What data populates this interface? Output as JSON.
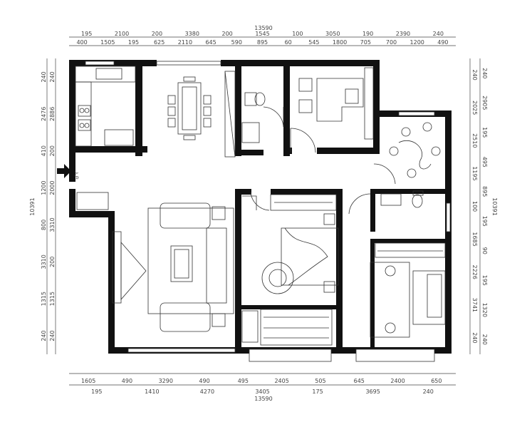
{
  "plan": {
    "entry_label": "入户",
    "colors": {
      "wall": "#111111",
      "line": "#333333",
      "dim": "#444444"
    },
    "dimensions": {
      "top_total": "13590",
      "top_row1": [
        "195",
        "2100",
        "200",
        "3380",
        "200",
        "1545",
        "100",
        "3050",
        "190",
        "2390",
        "240"
      ],
      "top_row2": [
        "400",
        "1505",
        "195",
        "625",
        "2110",
        "645",
        "590",
        "895",
        "60",
        "545",
        "1800",
        "705",
        "700",
        "1200",
        "490"
      ],
      "bottom_total": "13590",
      "bottom_row1": [
        "1605",
        "490",
        "3290",
        "490",
        "495",
        "2405",
        "505",
        "645",
        "2400",
        "650"
      ],
      "bottom_row2": [
        "195",
        "1410",
        "4270",
        "3405",
        "175",
        "3695",
        "240"
      ],
      "left_total": "10391",
      "left_row1": [
        "240",
        "2476",
        "410",
        "1200",
        "800",
        "3310",
        "1315",
        "240"
      ],
      "left_row2": [
        "240",
        "2886",
        "200",
        "2000",
        "3310",
        "200",
        "1315",
        "240"
      ],
      "right_total": "10391",
      "right_row1": [
        "240",
        "2025",
        "2510",
        "1195",
        "100",
        "1685",
        "2226",
        "3741",
        "240"
      ],
      "right_row2": [
        "240",
        "2905",
        "195",
        "495",
        "895",
        "195",
        "90",
        "195",
        "1320",
        "240"
      ]
    }
  }
}
